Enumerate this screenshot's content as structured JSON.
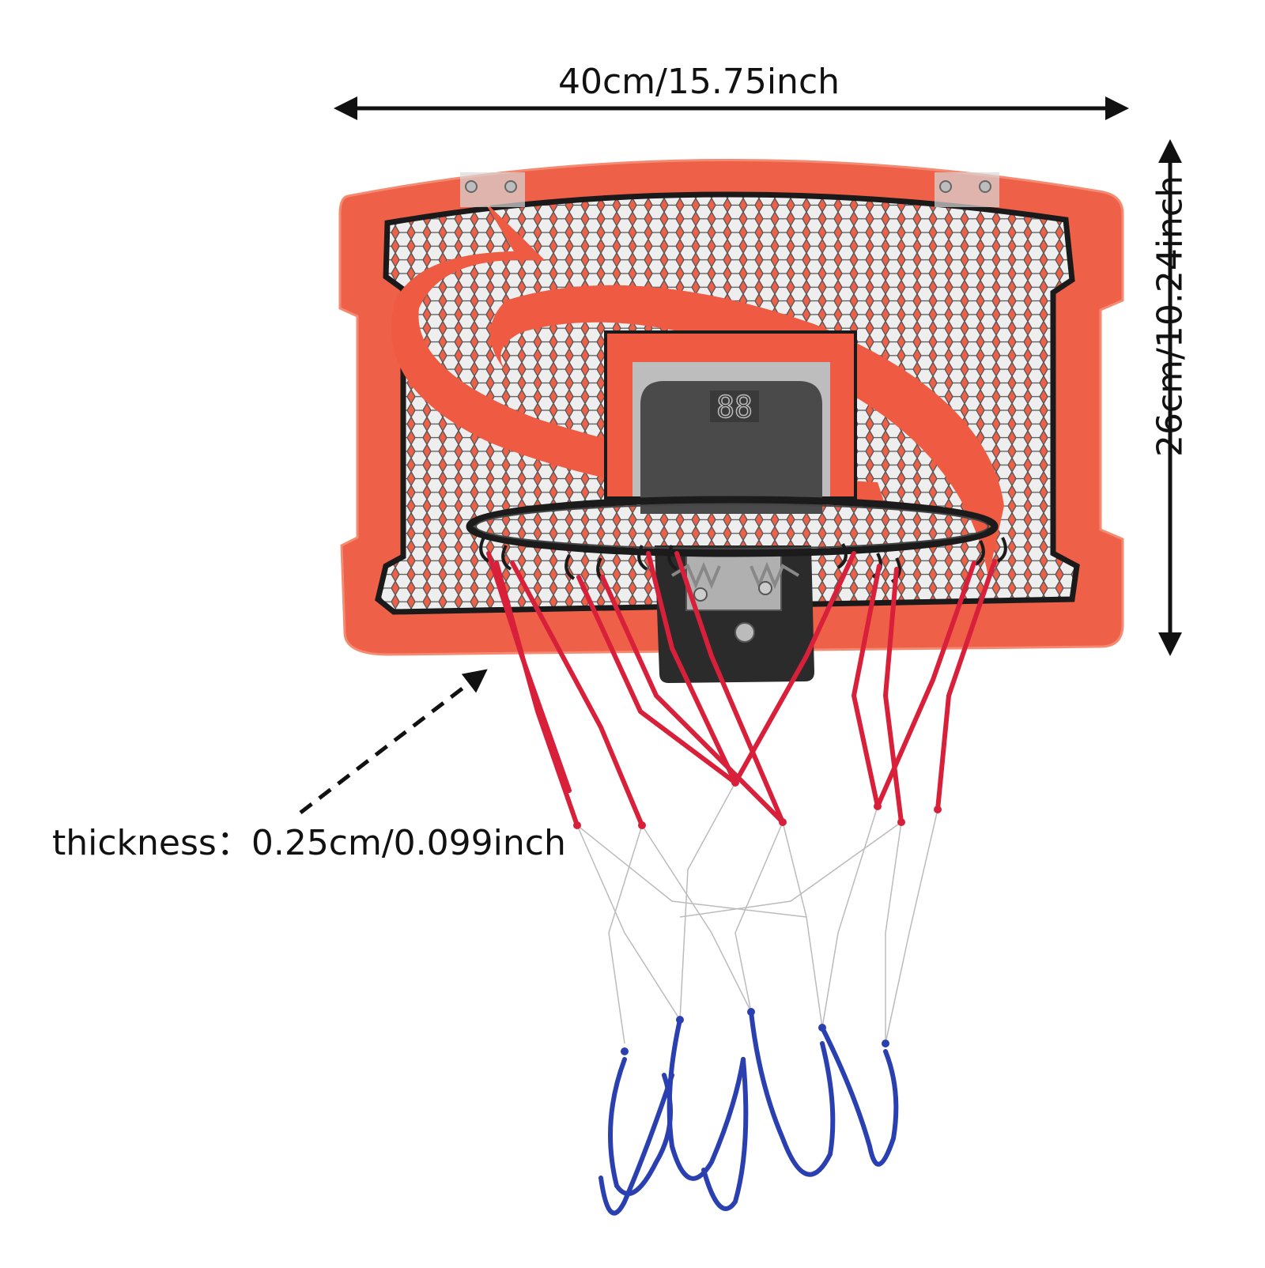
{
  "dimensions": {
    "width_label": "40cm/15.75inch",
    "height_label": "26cm/10.24inch",
    "thickness_label": "thickness：0.25cm/0.099inch"
  },
  "scoreboard": {
    "display": "88"
  },
  "colors": {
    "backboard_orange": "#e8503a",
    "backboard_edge": "#f26a52",
    "panel_grey": "#d9d9d9",
    "net_red": "#d8203a",
    "net_white": "#ffffff",
    "net_blue": "#2a3fb0",
    "rim_black": "#1b1b1b"
  }
}
